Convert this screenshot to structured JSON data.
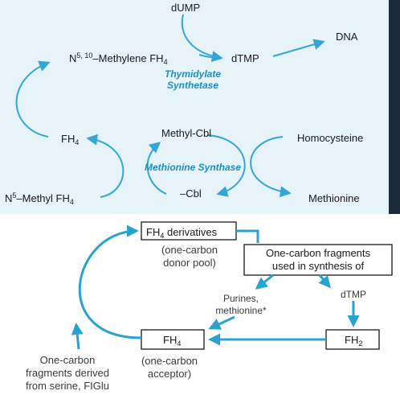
{
  "colors": {
    "top_background": "#e6f3f8",
    "arrow_top": "#33a6d4",
    "arrow_bottom": "#28a2d1",
    "enzyme_text": "#1e8fc2",
    "box_border": "#1a1a1a",
    "bottom_background": "#ffffff",
    "right_border": "#1c2a3a"
  },
  "top": {
    "dump": "dUMP",
    "dtmp": "dTMP",
    "dna": "DNA",
    "methylene_fh4_a": "N",
    "methylene_fh4_sup": "5, 10",
    "methylene_fh4_b": "–Methylene FH",
    "methylene_fh4_sub": "4",
    "thymidylate_1": "Thymidylate",
    "thymidylate_2": "Synthetase",
    "fh4_a": "FH",
    "fh4_sub": "4",
    "methyl_cbl": "Methyl-Cbl",
    "homocysteine": "Homocysteine",
    "methionine_synthase": "Methionine Synthase",
    "n5_methyl_a": "N",
    "n5_methyl_sup": "5",
    "n5_methyl_b": "–Methyl FH",
    "n5_methyl_sub": "4",
    "cbl": "–Cbl",
    "methionine": "Methionine"
  },
  "bottom": {
    "fh4_derivatives_a": "FH",
    "fh4_derivatives_sub": "4",
    "fh4_derivatives_b": " derivatives",
    "donor_pool_1": "(one-carbon",
    "donor_pool_2": "donor pool)",
    "fragments_used_1": "One-carbon fragments",
    "fragments_used_2": "used in synthesis of",
    "purines_1": "Purines,",
    "purines_2": "methionine*",
    "dtmp": "dTMP",
    "fh4_a": "FH",
    "fh4_sub": "4",
    "fh2_a": "FH",
    "fh2_sub": "2",
    "acceptor_1": "(one-carbon",
    "acceptor_2": "acceptor)",
    "derived_1": "One-carbon",
    "derived_2": "fragments derived",
    "derived_3": "from serine, FIGlu"
  }
}
